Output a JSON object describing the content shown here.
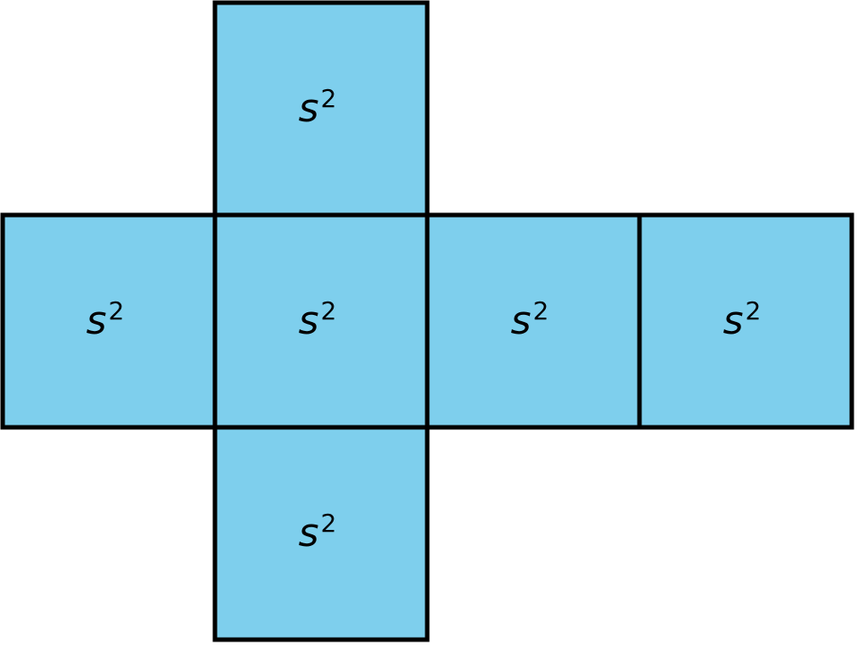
{
  "diagram": {
    "kind": "cube-net",
    "face_fill": "#7ecfed",
    "face_stroke": "#000000",
    "label_color": "#000000",
    "faces": [
      {
        "id": "top",
        "label_base": "s",
        "label_exp": "2"
      },
      {
        "id": "left",
        "label_base": "s",
        "label_exp": "2"
      },
      {
        "id": "center",
        "label_base": "s",
        "label_exp": "2"
      },
      {
        "id": "right",
        "label_base": "s",
        "label_exp": "2"
      },
      {
        "id": "far-right",
        "label_base": "s",
        "label_exp": "2"
      },
      {
        "id": "bottom",
        "label_base": "s",
        "label_exp": "2"
      }
    ]
  }
}
